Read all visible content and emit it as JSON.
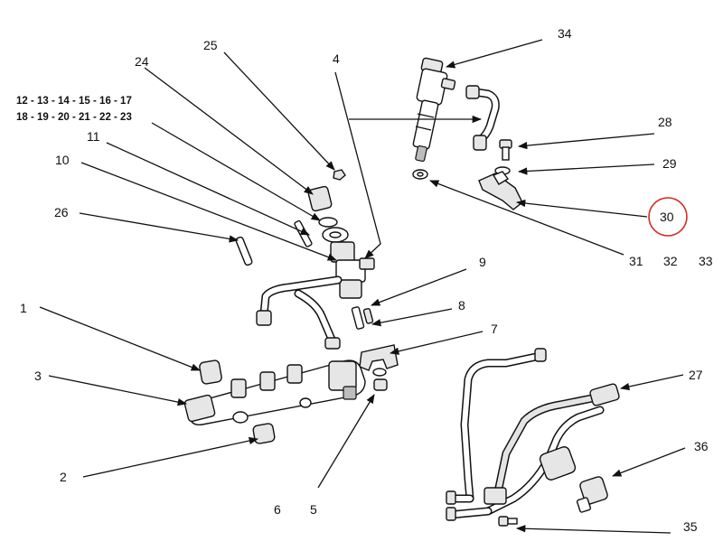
{
  "labels": {
    "p1": "1",
    "p2": "2",
    "p3": "3",
    "p4": "4",
    "p5": "5",
    "p6": "6",
    "p7": "7",
    "p8": "8",
    "p9": "9",
    "p10": "10",
    "p11": "11",
    "p12to17": "12 - 13 - 14 - 15 - 16 - 17",
    "p18to23": "18 - 19 - 20 - 21 - 22 - 23",
    "p24": "24",
    "p25": "25",
    "p26": "26",
    "p27": "27",
    "p28": "28",
    "p29": "29",
    "p30": "30",
    "p31": "31",
    "p32": "32",
    "p33": "33",
    "p34": "34",
    "p35": "35",
    "p36": "36"
  },
  "highlight": {
    "part": "30",
    "color": "#d62a1e"
  }
}
